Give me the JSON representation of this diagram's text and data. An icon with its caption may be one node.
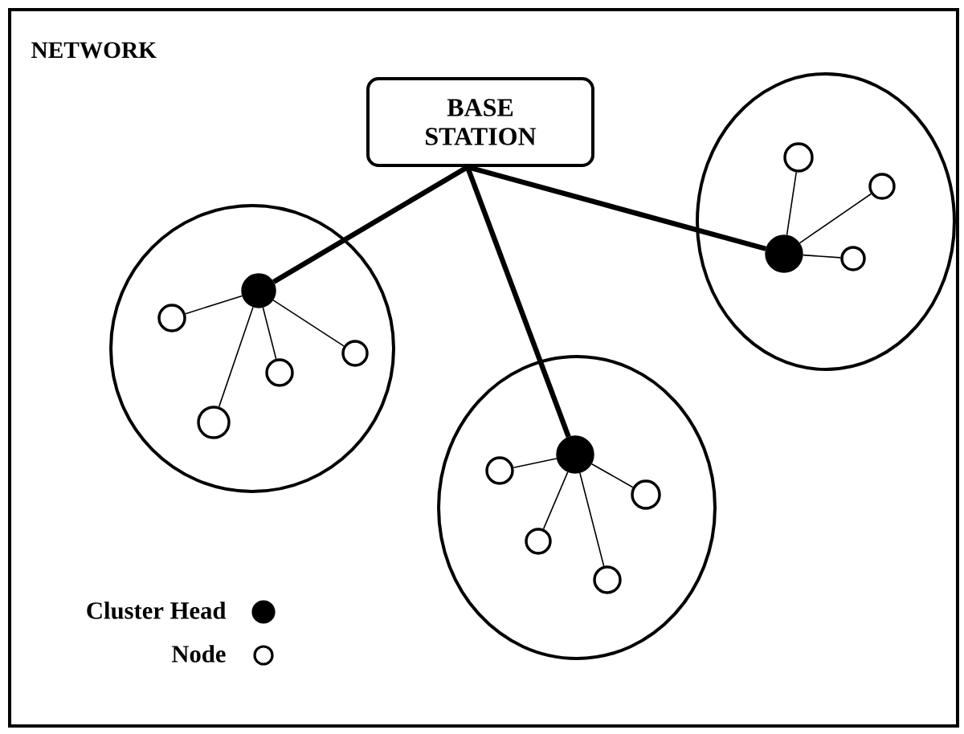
{
  "diagram": {
    "nodes": [
      {
        "text": [
          "NETWORK"
        ]
      },
      {
        "text": [
          "BASE STATION"
        ],
        "in": 0
      },
      {
        "text": [],
        "shape": "circle",
        "in": 0
      },
      {
        "text": [],
        "shape": "circle",
        "in": 0
      },
      {
        "text": [],
        "shape": "circle",
        "in": 0
      },
      {
        "text": [],
        "shape": "dot",
        "in": 2
      },
      {
        "text": [],
        "shape": "dot",
        "in": 3
      },
      {
        "text": [],
        "shape": "dot",
        "in": 4
      },
      {
        "text": [],
        "shape": "circle",
        "in": 2
      },
      {
        "text": [],
        "shape": "circle",
        "in": 2
      },
      {
        "text": [],
        "shape": "circle",
        "in": 2
      },
      {
        "text": [],
        "shape": "circle",
        "in": 2
      },
      {
        "text": [],
        "shape": "circle",
        "in": 3
      },
      {
        "text": [],
        "shape": "circle",
        "in": 3
      },
      {
        "text": [],
        "shape": "circle",
        "in": 3
      },
      {
        "text": [],
        "shape": "circle",
        "in": 3
      },
      {
        "text": [],
        "shape": "circle",
        "in": 4
      },
      {
        "text": [],
        "shape": "circle",
        "in": 4
      },
      {
        "text": [],
        "shape": "circle",
        "in": 4
      }
    ],
    "edges": [
      {
        "from": 1,
        "to": 5,
        "arrow": "none",
        "style": "thick"
      },
      {
        "from": 1,
        "to": 6,
        "arrow": "none",
        "style": "thick"
      },
      {
        "from": 1,
        "to": 7,
        "arrow": "none",
        "style": "thick"
      },
      {
        "from": 5,
        "to": 8,
        "arrow": "none"
      },
      {
        "from": 5,
        "to": 9,
        "arrow": "none"
      },
      {
        "from": 5,
        "to": 10,
        "arrow": "none"
      },
      {
        "from": 5,
        "to": 11,
        "arrow": "none"
      },
      {
        "from": 6,
        "to": 12,
        "arrow": "none"
      },
      {
        "from": 6,
        "to": 13,
        "arrow": "none"
      },
      {
        "from": 6,
        "to": 14,
        "arrow": "none"
      },
      {
        "from": 6,
        "to": 15,
        "arrow": "none"
      },
      {
        "from": 7,
        "to": 16,
        "arrow": "none"
      },
      {
        "from": 7,
        "to": 17,
        "arrow": "none"
      },
      {
        "from": 7,
        "to": 18,
        "arrow": "none"
      }
    ],
    "legend": [
      {
        "text": "Cluster Head"
      },
      {
        "text": "Node"
      }
    ]
  }
}
